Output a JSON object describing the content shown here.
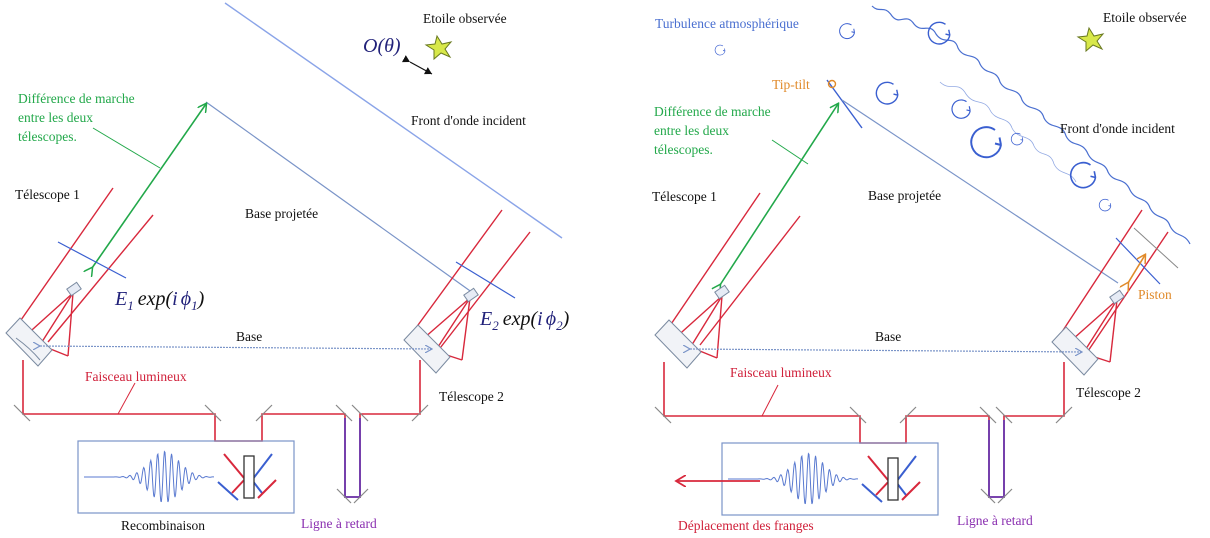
{
  "left_panel": {
    "star_label": "Etoile observée",
    "object_math": "O(θ)",
    "opd_lines": [
      "Différence de marche",
      "entre les deux",
      "télescopes."
    ],
    "wavefront_label": "Front d'onde incident",
    "telescope1_label": "Télescope 1",
    "telescope2_label": "Télescope 2",
    "projected_base_label": "Base projetée",
    "field1": {
      "E": "E",
      "sub": "1",
      "exp": "exp",
      "i": "i",
      "phi": "ϕ",
      "phisub": "1"
    },
    "field2": {
      "E": "E",
      "sub": "2",
      "exp": "exp",
      "i": "i",
      "phi": "ϕ",
      "phisub": "2"
    },
    "base_label": "Base",
    "beam_label": "Faisceau lumineux",
    "recombination_label": "Recombinaison",
    "delay_line_label": "Ligne à retard"
  },
  "right_panel": {
    "turbulence_label": "Turbulence atmosphérique",
    "star_label": "Etoile observée",
    "tiptilt_label": "Tip-tilt",
    "opd_lines": [
      "Différence de marche",
      "entre les deux",
      "télescopes."
    ],
    "wavefront_label": "Front d'onde incident",
    "telescope1_label": "Télescope 1",
    "telescope2_label": "Télescope 2",
    "projected_base_label": "Base projetée",
    "piston_label": "Piston",
    "base_label": "Base",
    "beam_label": "Faisceau lumineux",
    "fringe_shift_label": "Déplacement des franges",
    "delay_line_label": "Ligne à retard"
  },
  "colors": {
    "telescope": "#d8283c",
    "beam": "#d8283c",
    "wavefront": "#8aa4e8",
    "opd_arrow": "#22a84a",
    "baseline": "#7a94c8",
    "delay_line": "#6a3ab0",
    "star": "#d8e84a",
    "turbulence": "#3a5fd0",
    "piston": "#e08a2a"
  }
}
